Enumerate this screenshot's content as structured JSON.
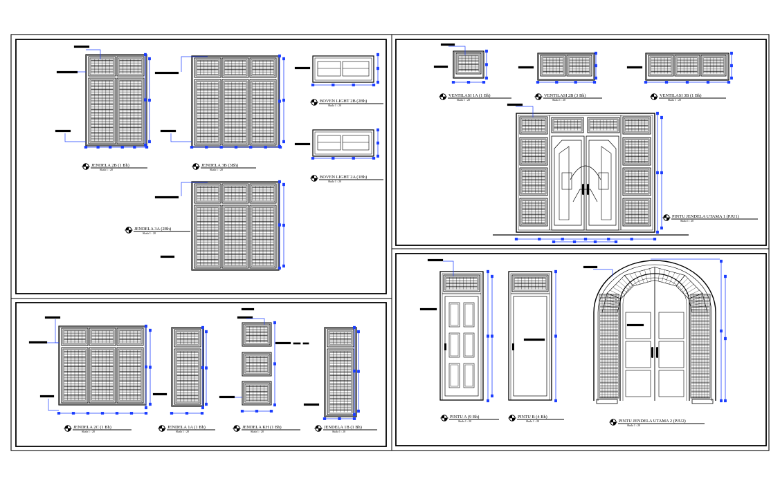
{
  "drawing": {
    "accent_color": "#1a3cff",
    "line_color": "#000000",
    "background": "#ffffff",
    "symbol_icon": "section-marker-icon"
  },
  "panels": [
    {
      "id": "windows-top",
      "name": "panel-windows-top"
    },
    {
      "id": "windows-bottom",
      "name": "panel-windows-bottom"
    },
    {
      "id": "ventilation-main-door",
      "name": "panel-ventilation-main-door"
    },
    {
      "id": "doors",
      "name": "panel-doors"
    }
  ],
  "labels": {
    "jendela_2b": {
      "title": "JENDELA 2B (1 Bh)",
      "scale": "Skala 1 : 20"
    },
    "jendela_3b": {
      "title": "JENDELA 3B (3Bh)",
      "scale": "Skala 1 : 20"
    },
    "jendela_3a": {
      "title": "JENDELA 3A (2Bh)",
      "scale": "Skala 1 : 20"
    },
    "boven_2b": {
      "title": "BOVEN LIGHT 2B (2Bh)",
      "scale": "Skala 1 : 20"
    },
    "boven_2a": {
      "title": "BOVEN LIGHT 2A (1Bh)",
      "scale": "Skala 1 : 20"
    },
    "jendela_2c": {
      "title": "JENDELA 2C (1 Bh)",
      "scale": "Skala 1 : 20"
    },
    "jendela_1a": {
      "title": "JENDELA 1A (1 Bh)",
      "scale": "Skala 1 : 20"
    },
    "jendela_kh": {
      "title": "JENDELA KH (1 Bh)",
      "scale": "Skala 1 : 20"
    },
    "jendela_1b": {
      "title": "JENDELA 1B (1 Bh)",
      "scale": "Skala 1 : 20"
    },
    "vent_1a": {
      "title": "VENTILASI 1A (1 Bh)",
      "scale": "Skala 1 : 20"
    },
    "vent_2b": {
      "title": "VENTILASI 2B (3 Bh)",
      "scale": "Skala 1 : 20"
    },
    "vent_3b": {
      "title": "VENTILASI 3B (1 Bh)",
      "scale": "Skala 1 : 20"
    },
    "pju1": {
      "title": "PINTU JENDELA UTAMA 1 (PJU1)",
      "scale": "Skala 1 : 20"
    },
    "pintu_a": {
      "title": "PINTU A (9 Bh)",
      "scale": "Skala 1 : 20"
    },
    "pintu_b": {
      "title": "PINTU B (4 Bh)",
      "scale": "Skala 1 : 20"
    },
    "pju2": {
      "title": "PINTU JENDELA UTAMA 2 (PJU2)",
      "scale": "Skala 1 : 20"
    }
  }
}
